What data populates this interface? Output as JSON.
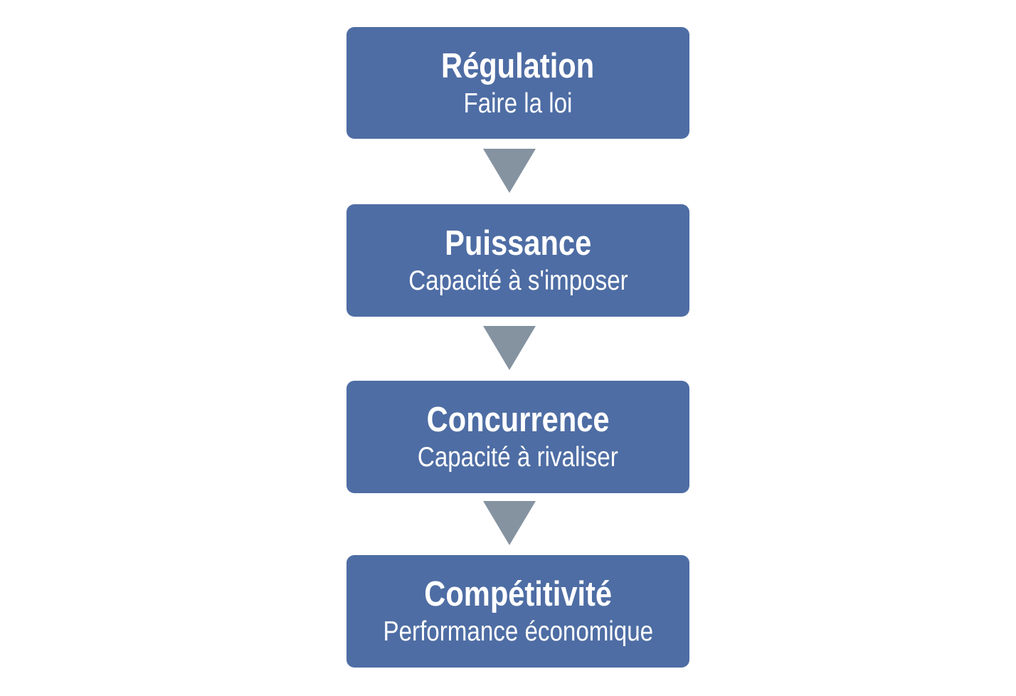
{
  "diagram": {
    "steps": [
      {
        "title": "Régulation",
        "subtitle": "Faire la loi"
      },
      {
        "title": "Puissance",
        "subtitle": "Capacité à s'imposer"
      },
      {
        "title": "Concurrence",
        "subtitle": "Capacité à rivaliser"
      },
      {
        "title": "Compétitivité",
        "subtitle": "Performance économique"
      }
    ],
    "connector_icon": "down-arrow-icon",
    "colors": {
      "box": "#4E6DA4",
      "arrow": "#8593A1",
      "text": "#FFFFFF",
      "background": "#FFFFFF"
    }
  }
}
